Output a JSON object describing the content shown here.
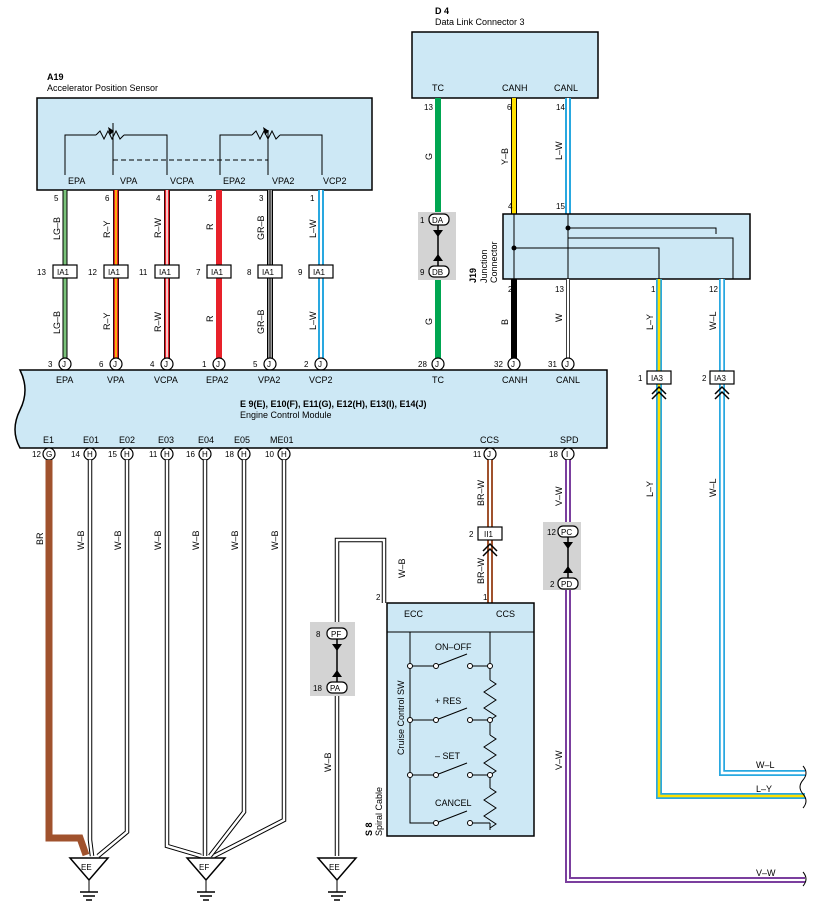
{
  "colors": {
    "box_fill": "#cde8f5",
    "G": "#00a651",
    "Y": "#ffe000",
    "B": "#000000",
    "L": "#29a8e0",
    "R": "#e8212a",
    "BR": "#a0522d",
    "V": "#7b3f9e",
    "LG": "#7ac27a",
    "GR": "#808080",
    "W": "#ffffff"
  },
  "dlc": {
    "code": "D 4",
    "name": "Data Link Connector 3",
    "terminals": [
      {
        "label": "TC",
        "pin": "13",
        "wire": "G"
      },
      {
        "label": "CANH",
        "pin": "6",
        "wire": "Y–B"
      },
      {
        "label": "CANL",
        "pin": "14",
        "wire": "L–W"
      }
    ]
  },
  "aps": {
    "code": "A19",
    "name": "Accelerator Position Sensor",
    "terminals": [
      {
        "label": "EPA",
        "pin": "5",
        "wire": "LG–B",
        "ia1": "13",
        "j": "3"
      },
      {
        "label": "VPA",
        "pin": "6",
        "wire": "R–Y",
        "ia1": "12",
        "j": "6"
      },
      {
        "label": "VCPA",
        "pin": "4",
        "wire": "R–W",
        "ia1": "11",
        "j": "4"
      },
      {
        "label": "EPA2",
        "pin": "2",
        "wire": "R",
        "ia1": "7",
        "j": "1"
      },
      {
        "label": "VPA2",
        "pin": "3",
        "wire": "GR–B",
        "ia1": "8",
        "j": "5"
      },
      {
        "label": "VCP2",
        "pin": "1",
        "wire": "L–W",
        "ia1": "9",
        "j": "2"
      }
    ],
    "connector": "IA1"
  },
  "junction": {
    "code": "J19",
    "name": "Junction Connector",
    "pins_top": [
      "4",
      "15"
    ],
    "pins_bottom": [
      "2",
      "13",
      "1",
      "12"
    ]
  },
  "tc_connectors": {
    "upper": {
      "pin": "1",
      "code": "DA"
    },
    "lower": {
      "pin": "9",
      "code": "DB"
    }
  },
  "ecm": {
    "connectors": "E 9(E), E10(F), E11(G), E12(H), E13(I), E14(J)",
    "name": "Engine Control Module",
    "top_terminals": [
      {
        "label": "EPA"
      },
      {
        "label": "VPA"
      },
      {
        "label": "VCPA"
      },
      {
        "label": "EPA2"
      },
      {
        "label": "VPA2"
      },
      {
        "label": "VCP2"
      },
      {
        "label": "TC",
        "pin": "28",
        "conn": "J",
        "wire": "G"
      },
      {
        "label": "CANH",
        "pin": "32",
        "conn": "J",
        "wire": "B"
      },
      {
        "label": "CANL",
        "pin": "31",
        "conn": "J",
        "wire": "W"
      }
    ],
    "bottom_terminals": [
      {
        "label": "E1",
        "pin": "12",
        "conn": "G",
        "wire": "BR"
      },
      {
        "label": "E01",
        "pin": "14",
        "conn": "H",
        "wire": "W–B"
      },
      {
        "label": "E02",
        "pin": "15",
        "conn": "H",
        "wire": "W–B"
      },
      {
        "label": "E03",
        "pin": "11",
        "conn": "H",
        "wire": "W–B"
      },
      {
        "label": "E04",
        "pin": "16",
        "conn": "H",
        "wire": "W–B"
      },
      {
        "label": "E05",
        "pin": "18",
        "conn": "H",
        "wire": "W–B"
      },
      {
        "label": "ME01",
        "pin": "10",
        "conn": "H",
        "wire": "W–B"
      },
      {
        "label": "CCS",
        "pin": "11",
        "conn": "J",
        "wire": "BR–W"
      },
      {
        "label": "SPD",
        "pin": "18",
        "conn": "I",
        "wire": "V–W"
      }
    ]
  },
  "ia3": {
    "code": "IA3",
    "left_pin": "1",
    "right_pin": "2"
  },
  "junction_wires": {
    "w13": "W",
    "w2": "B",
    "l1": "L–Y",
    "l12": "W–L"
  },
  "ii1": {
    "code": "II1",
    "pin": "2"
  },
  "pc_pd": {
    "upper": {
      "pin": "12",
      "code": "PC"
    },
    "lower": {
      "pin": "2",
      "code": "PD"
    }
  },
  "pf_pa": {
    "upper": {
      "pin": "8",
      "code": "PF"
    },
    "lower": {
      "pin": "18",
      "code": "PA"
    }
  },
  "spiral": {
    "code": "S 8",
    "name": "Spiral Cable",
    "switch_name": "Cruise Control SW",
    "terminals": [
      {
        "label": "ECC",
        "pin": "2"
      },
      {
        "label": "CCS",
        "pin": "1"
      }
    ],
    "switches": [
      "ON–OFF",
      "+ RES",
      "– SET",
      "CANCEL"
    ]
  },
  "grounds": [
    "EE",
    "EF",
    "EE"
  ],
  "right_wires": [
    "W–L",
    "L–Y",
    "V–W"
  ],
  "misc_wires": {
    "ecc": "W–B",
    "ii1_out": "BR–W",
    "pf": "W–B",
    "spd_low": "V–W"
  }
}
